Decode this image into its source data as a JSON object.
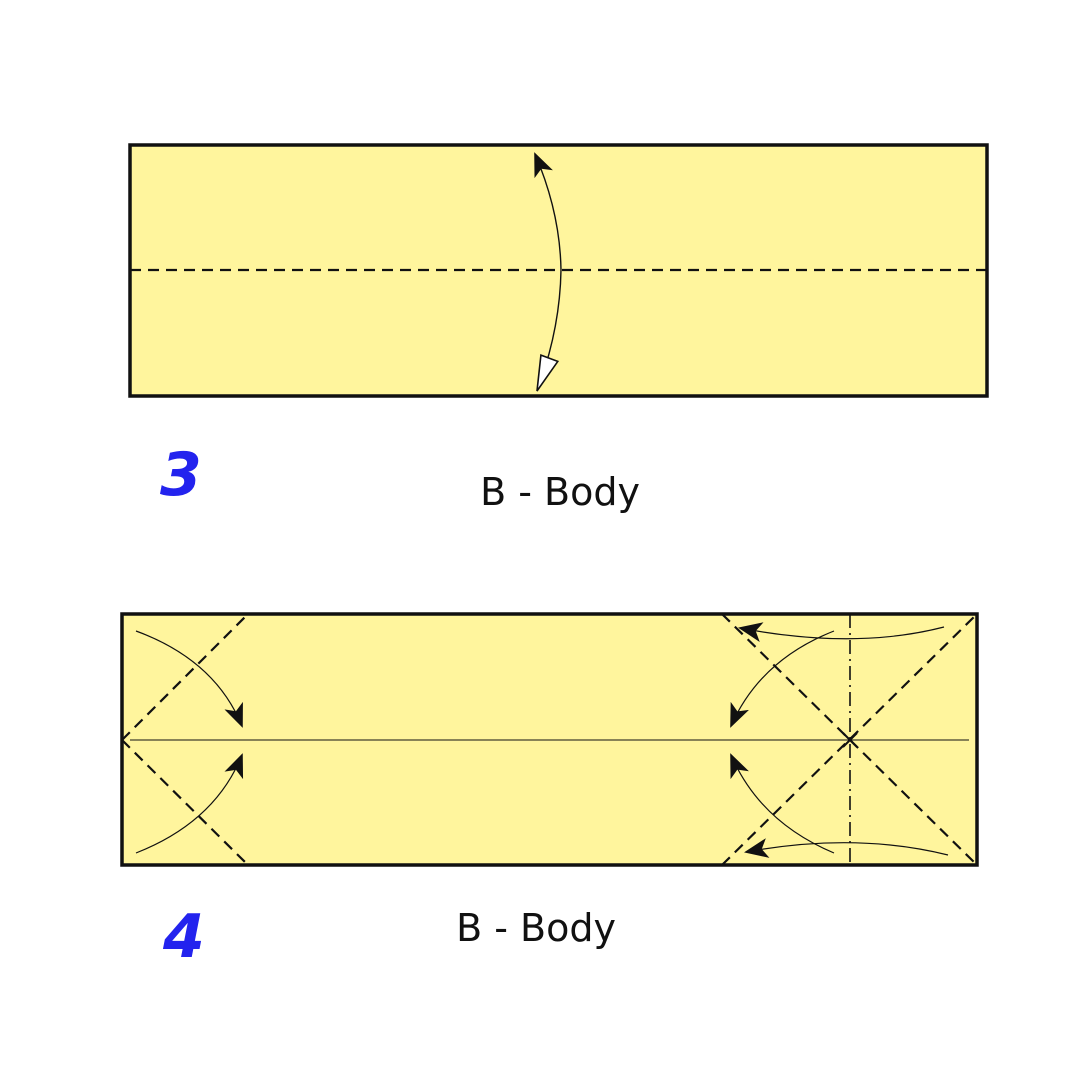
{
  "colors": {
    "paper": "#fff59d",
    "outline": "#111111",
    "step_number": "#2323ee",
    "label": "#111111"
  },
  "steps": [
    {
      "number": "3",
      "label": "B - Body"
    },
    {
      "number": "4",
      "label": "B - Body"
    }
  ]
}
